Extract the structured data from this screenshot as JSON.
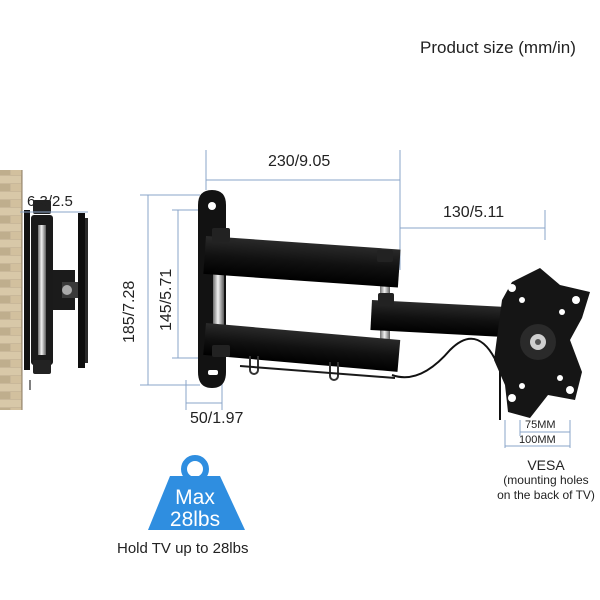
{
  "header": {
    "title": "Product size (mm/in)"
  },
  "dimensions": {
    "arm_length": "230/9.05",
    "extension": "130/5.11",
    "depth": "6.3/2.5",
    "plate_height": "185/7.28",
    "hole_spacing": "145/5.71",
    "plate_width": "50/1.97",
    "vesa_75": "75MM",
    "vesa_100": "100MM"
  },
  "vesa": {
    "label": "VESA",
    "line1": "(mounting holes",
    "line2": "on the back of TV)"
  },
  "weight": {
    "line1": "Max",
    "line2": "28lbs",
    "caption": "Hold TV up to 28lbs"
  },
  "colors": {
    "accent_blue": "#2f8ee0",
    "dim_line": "#8aa4c8",
    "metal_black": "#1a1a1a"
  },
  "icons": [
    "weight-icon",
    "wall-mount-bracket"
  ]
}
